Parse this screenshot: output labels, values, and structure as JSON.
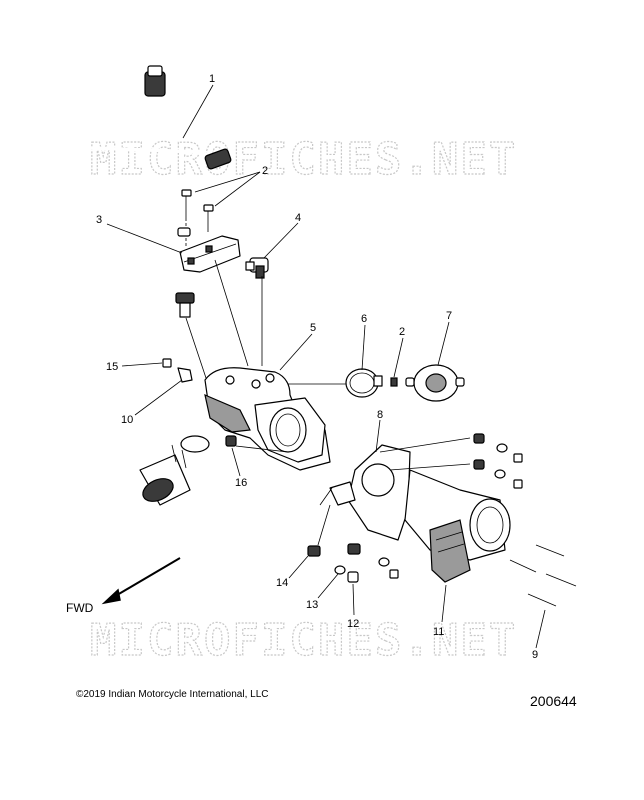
{
  "watermark": "MICROFICHES.NET",
  "direction_label": "FWD",
  "callouts": [
    "1",
    "2",
    "3",
    "4",
    "5",
    "6",
    "2",
    "7",
    "15",
    "10",
    "8",
    "16",
    "14",
    "13",
    "12",
    "11",
    "9"
  ],
  "copyright": "©2019 Indian Motorcycle International, LLC",
  "diagram_number": "200644"
}
